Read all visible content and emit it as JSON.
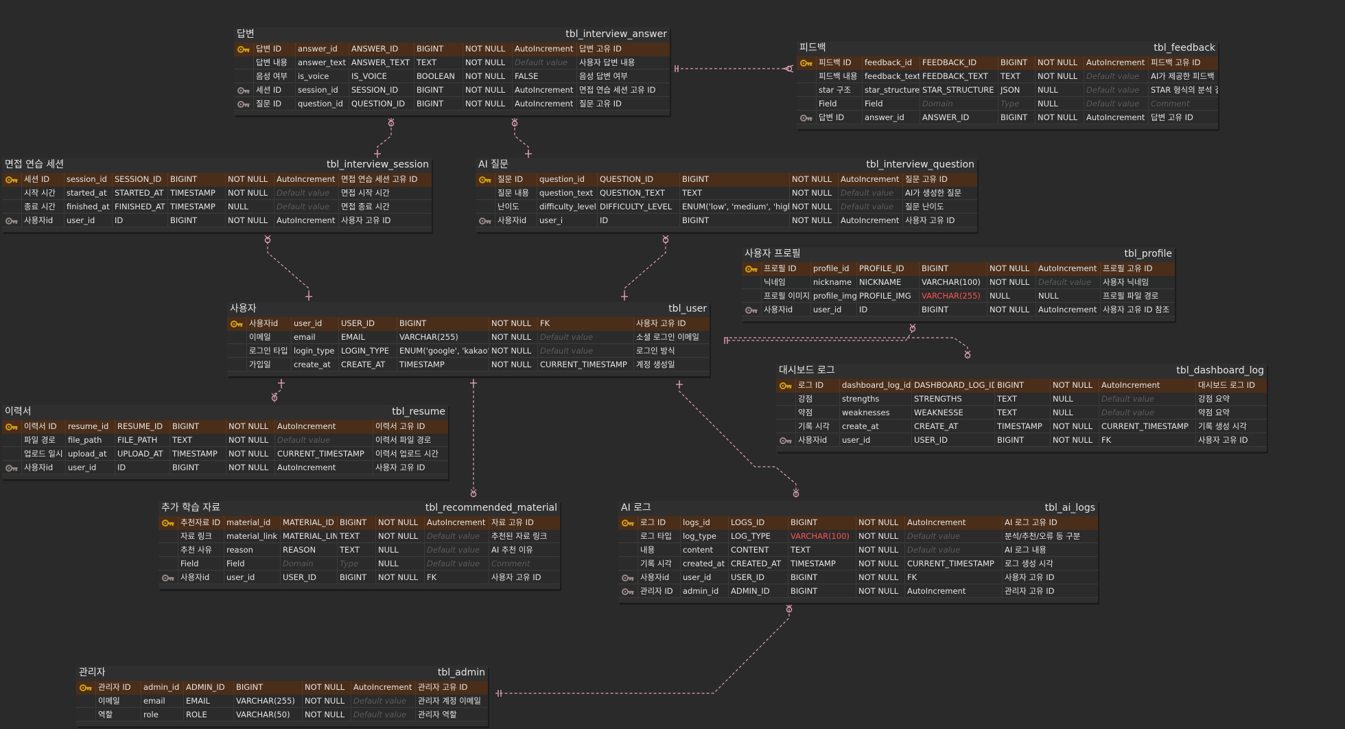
{
  "diagram": {
    "tables": [
      {
        "id": "answer",
        "logical": "답변",
        "physical": "tbl_interview_answer",
        "rows": [
          {
            "pk": true,
            "key": "pk",
            "cells": [
              "답변 ID",
              "answer_id",
              "ANSWER_ID",
              "BIGINT",
              "NOT NULL",
              "AutoIncrement",
              "답변 고유 ID"
            ]
          },
          {
            "key": "",
            "cells": [
              "답변 내용",
              "answer_text",
              "ANSWER_TEXT",
              "TEXT",
              "NOT NULL",
              "Default value",
              "사용자 답변 내용"
            ]
          },
          {
            "key": "",
            "cells": [
              "음성 여부",
              "is_voice",
              "IS_VOICE",
              "BOOLEAN",
              "NOT NULL",
              "FALSE",
              "음성 답변 여부"
            ]
          },
          {
            "key": "fk",
            "cells": [
              "세션 ID",
              "session_id",
              "SESSION_ID",
              "BIGINT",
              "NOT NULL",
              "AutoIncrement",
              "면접 연습 세션 고유 ID"
            ]
          },
          {
            "key": "fk",
            "cells": [
              "질문 ID",
              "question_id",
              "QUESTION_ID",
              "BIGINT",
              "NOT NULL",
              "AutoIncrement",
              "질문 고유 ID"
            ]
          }
        ]
      },
      {
        "id": "feedback",
        "logical": "피드백",
        "physical": "tbl_feedback",
        "rows": [
          {
            "pk": true,
            "key": "pk",
            "cells": [
              "피드백 ID",
              "feedback_id",
              "FEEDBACK_ID",
              "BIGINT",
              "NOT NULL",
              "AutoIncrement",
              "피드백 고유 ID"
            ]
          },
          {
            "key": "",
            "cells": [
              "피드백 내용",
              "feedback_text",
              "FEEDBACK_TEXT",
              "TEXT",
              "NOT NULL",
              "Default value",
              "AI가 제공한 피드백"
            ]
          },
          {
            "key": "",
            "cells": [
              "star 구조",
              "star_structure",
              "STAR_STRUCTURE",
              "JSON",
              "NULL",
              "Default value",
              "STAR 형식의 분석 결과"
            ]
          },
          {
            "key": "",
            "cells": [
              "Field",
              "Field",
              "Domain",
              "Type",
              "NULL",
              "Default value",
              "Comment"
            ]
          },
          {
            "key": "fk",
            "cells": [
              "답변 ID",
              "answer_id",
              "ANSWER_ID",
              "BIGINT",
              "NOT NULL",
              "AutoIncrement",
              "답변 고유 ID"
            ]
          }
        ]
      },
      {
        "id": "session",
        "logical": "면접 연습 세션",
        "physical": "tbl_interview_session",
        "rows": [
          {
            "pk": true,
            "key": "pk",
            "cells": [
              "세션 ID",
              "session_id",
              "SESSION_ID",
              "BIGINT",
              "NOT NULL",
              "AutoIncrement",
              "면접 연습 세션 고유 ID"
            ]
          },
          {
            "key": "",
            "cells": [
              "시작 시간",
              "started_at",
              "STARTED_AT",
              "TIMESTAMP",
              "NOT NULL",
              "Default value",
              "면접 시작 시간"
            ]
          },
          {
            "key": "",
            "cells": [
              "종료 시간",
              "finished_at",
              "FINISHED_AT",
              "TIMESTAMP",
              "NULL",
              "Default value",
              "면접 종료 시간"
            ]
          },
          {
            "key": "fk",
            "cells": [
              "사용자id",
              "user_id",
              "ID",
              "BIGINT",
              "NOT NULL",
              "AutoIncrement",
              "사용자 고유 ID"
            ]
          }
        ]
      },
      {
        "id": "question",
        "logical": "AI 질문",
        "physical": "tbl_interview_question",
        "rows": [
          {
            "pk": true,
            "key": "pk",
            "cells": [
              "질문 ID",
              "question_id",
              "QUESTION_ID",
              "BIGINT",
              "NOT NULL",
              "AutoIncrement",
              "질문 고유 ID"
            ]
          },
          {
            "key": "",
            "cells": [
              "질문 내용",
              "question_text",
              "QUESTION_TEXT",
              "TEXT",
              "NOT NULL",
              "Default value",
              "AI가 생성한 질문"
            ]
          },
          {
            "key": "",
            "cells": [
              "난이도",
              "difficulty_level",
              "DIFFICULTY_LEVEL",
              "ENUM('low', 'medium', 'high'",
              "NOT NULL",
              "Default value",
              "질문 난이도"
            ]
          },
          {
            "key": "fk",
            "cells": [
              "사용자id",
              "user_i",
              "ID",
              "BIGINT",
              "NOT NULL",
              "AutoIncrement",
              "사용자 고유 ID"
            ]
          }
        ]
      },
      {
        "id": "profile",
        "logical": "사용자 프로필",
        "physical": "tbl_profile",
        "rows": [
          {
            "pk": true,
            "key": "pk",
            "cells": [
              "프로필 ID",
              "profile_id",
              "PROFILE_ID",
              "BIGINT",
              "NOT NULL",
              "AutoIncrement",
              "프로필 고유 ID"
            ]
          },
          {
            "key": "",
            "cells": [
              "닉네임",
              "nickname",
              "NICKNAME",
              "VARCHAR(100)",
              "NOT NULL",
              "Default value",
              "사용자 닉네임"
            ]
          },
          {
            "key": "",
            "cells": [
              "프로필 이미지",
              "profile_img",
              "PROFILE_IMG",
              "VARCHAR(255)",
              "NULL",
              "NULL",
              "프로필 파일 경로"
            ]
          },
          {
            "key": "fk",
            "cells": [
              "사용자id",
              "user_id",
              "ID",
              "BIGINT",
              "NOT NULL",
              "AutoIncrement",
              "사용자 고유 ID 참조"
            ]
          }
        ]
      },
      {
        "id": "user",
        "logical": "사용자",
        "physical": "tbl_user",
        "rows": [
          {
            "pk": true,
            "key": "pk",
            "cells": [
              "사용자id",
              "user_id",
              "USER_ID",
              "BIGINT",
              "NOT NULL",
              "FK",
              "사용자 고유 ID"
            ]
          },
          {
            "key": "",
            "cells": [
              "이메일",
              "email",
              "EMAIL",
              "VARCHAR(255)",
              "NOT NULL",
              "Default value",
              "소셜 로그인 이메일"
            ]
          },
          {
            "key": "",
            "cells": [
              "로그인 타입",
              "login_type",
              "LOGIN_TYPE",
              "ENUM('google', 'kakao')",
              "NOT NULL",
              "Default value",
              "로그인 방식"
            ]
          },
          {
            "key": "",
            "cells": [
              "가입일",
              "create_at",
              "CREATE_AT",
              "TIMESTAMP",
              "NOT NULL",
              "CURRENT_TIMESTAMP",
              "계정 생성일"
            ]
          }
        ]
      },
      {
        "id": "dashboard",
        "logical": "대시보드 로그",
        "physical": "tbl_dashboard_log",
        "rows": [
          {
            "pk": true,
            "key": "pk",
            "cells": [
              "로그 ID",
              "dashboard_log_id",
              "DASHBOARD_LOG_ID",
              "BIGINT",
              "NOT NULL",
              "AutoIncrement",
              "대시보드 로그 ID"
            ]
          },
          {
            "key": "",
            "cells": [
              "강점",
              "strengths",
              "STRENGTHS",
              "TEXT",
              "NULL",
              "Default value",
              "강점 요약"
            ]
          },
          {
            "key": "",
            "cells": [
              "약점",
              "weaknesses",
              "WEAKNESSE",
              "TEXT",
              "NULL",
              "Default value",
              "약점 요약"
            ]
          },
          {
            "key": "",
            "cells": [
              "기록 시각",
              "create_at",
              "CREATE_AT",
              "TIMESTAMP",
              "NOT NULL",
              "CURRENT_TIMESTAMP",
              "기록 생성 시각"
            ]
          },
          {
            "key": "fk",
            "cells": [
              "사용자id",
              "user_id",
              "USER_ID",
              "BIGINT",
              "NOT NULL",
              "FK",
              "사용자 고유 ID"
            ]
          }
        ]
      },
      {
        "id": "resume",
        "logical": "이력서",
        "physical": "tbl_resume",
        "rows": [
          {
            "pk": true,
            "key": "pk",
            "cells": [
              "이력서 ID",
              "resume_id",
              "RESUME_ID",
              "BIGINT",
              "NOT NULL",
              "AutoIncrement",
              "이력서 고유 ID"
            ]
          },
          {
            "key": "",
            "cells": [
              "파일 경로",
              "file_path",
              "FILE_PATH",
              "TEXT",
              "NOT NULL",
              "Default value",
              "이력서 파일 경로"
            ]
          },
          {
            "key": "",
            "cells": [
              "업로드 일시",
              "upload_at",
              "UPLOAD_AT",
              "TIMESTAMP",
              "NOT NULL",
              "CURRENT_TIMESTAMP",
              "이력서 업로드 시간"
            ]
          },
          {
            "key": "fk",
            "cells": [
              "사용자id",
              "user_id",
              "ID",
              "BIGINT",
              "NOT NULL",
              "AutoIncrement",
              "사용자 고유 ID"
            ]
          }
        ]
      },
      {
        "id": "material",
        "logical": "추가 학습 자료",
        "physical": "tbl_recommended_material",
        "rows": [
          {
            "pk": true,
            "key": "pk",
            "cells": [
              "추천자료 ID",
              "material_id",
              "MATERIAL_ID",
              "BIGINT",
              "NOT NULL",
              "AutoIncrement",
              "자료 고유 ID"
            ]
          },
          {
            "key": "",
            "cells": [
              "자료 링크",
              "material_link",
              "MATERIAL_LINK",
              "TEXT",
              "NOT NULL",
              "Default value",
              "추천된 자료 링크"
            ]
          },
          {
            "key": "",
            "cells": [
              "추천 사유",
              "reason",
              "REASON",
              "TEXT",
              "NULL",
              "Default value",
              "AI 추천 이유"
            ]
          },
          {
            "key": "",
            "cells": [
              "Field",
              "Field",
              "Domain",
              "Type",
              "NULL",
              "Default value",
              "Comment"
            ]
          },
          {
            "key": "fk",
            "cells": [
              "사용자id",
              "user_id",
              "USER_ID",
              "BIGINT",
              "NOT NULL",
              "FK",
              "사용자 고유 ID"
            ]
          }
        ]
      },
      {
        "id": "ailogs",
        "logical": "AI 로그",
        "physical": "tbl_ai_logs",
        "rows": [
          {
            "pk": true,
            "key": "pk",
            "cells": [
              "로그 ID",
              "logs_id",
              "LOGS_ID",
              "BIGINT",
              "NOT NULL",
              "AutoIncrement",
              "AI 로그 고유 ID"
            ]
          },
          {
            "key": "",
            "cells": [
              "로그 타입",
              "log_type",
              "LOG_TYPE",
              "VARCHAR(100)",
              "NOT NULL",
              "Default value",
              "분석/추천/오류 등 구분"
            ]
          },
          {
            "key": "",
            "cells": [
              "내용",
              "content",
              "CONTENT",
              "TEXT",
              "NOT NULL",
              "Default value",
              "AI 로그 내용"
            ]
          },
          {
            "key": "",
            "cells": [
              "기록 시각",
              "created_at",
              "CREATED_AT",
              "TIMESTAMP",
              "NOT NULL",
              "CURRENT_TIMESTAMP",
              "로그 생성 시각"
            ]
          },
          {
            "key": "fk",
            "cells": [
              "사용자id",
              "user_id",
              "USER_ID",
              "BIGINT",
              "NOT NULL",
              "FK",
              "사용자 고유 ID"
            ]
          },
          {
            "key": "fk",
            "cells": [
              "관리자 ID",
              "admin_id",
              "ADMIN_ID",
              "BIGINT",
              "NOT NULL",
              "AutoIncrement",
              "관리자 고유 ID"
            ]
          }
        ]
      },
      {
        "id": "admin",
        "logical": "관리자",
        "physical": "tbl_admin",
        "rows": [
          {
            "pk": true,
            "key": "pk",
            "cells": [
              "관리자 ID",
              "admin_id",
              "ADMIN_ID",
              "BIGINT",
              "NOT NULL",
              "AutoIncrement",
              "관리자 고유 ID"
            ]
          },
          {
            "key": "",
            "cells": [
              "이메일",
              "email",
              "EMAIL",
              "VARCHAR(255)",
              "NOT NULL",
              "Default value",
              "관리자 계정 이메일"
            ]
          },
          {
            "key": "",
            "cells": [
              "역할",
              "role",
              "ROLE",
              "VARCHAR(50)",
              "NOT NULL",
              "Default value",
              "관리자 역할"
            ]
          }
        ]
      }
    ],
    "placeholders": [
      "Default value",
      "Domain",
      "Type",
      "Comment"
    ],
    "colors": {
      "background": "#2a2a2a",
      "table_body": "#2f2f2f",
      "pk_row": "#4a2e1a",
      "key_icon": "#d4a017",
      "fk_icon": "#9a8a8a",
      "relation_line": "#e0a0b8",
      "highlight_red": "#ff5252"
    }
  }
}
